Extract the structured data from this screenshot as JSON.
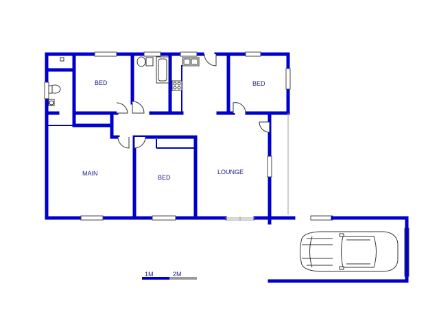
{
  "rooms": {
    "bed_top_left": "BED",
    "bed_top_right": "BED",
    "main": "MAIN",
    "bed_middle": "BED",
    "lounge": "LOUNGE"
  },
  "scale": {
    "label_1": "1M",
    "label_2": "2M"
  },
  "colors": {
    "wall": "#0000cc",
    "label": "#1a1a8c"
  }
}
